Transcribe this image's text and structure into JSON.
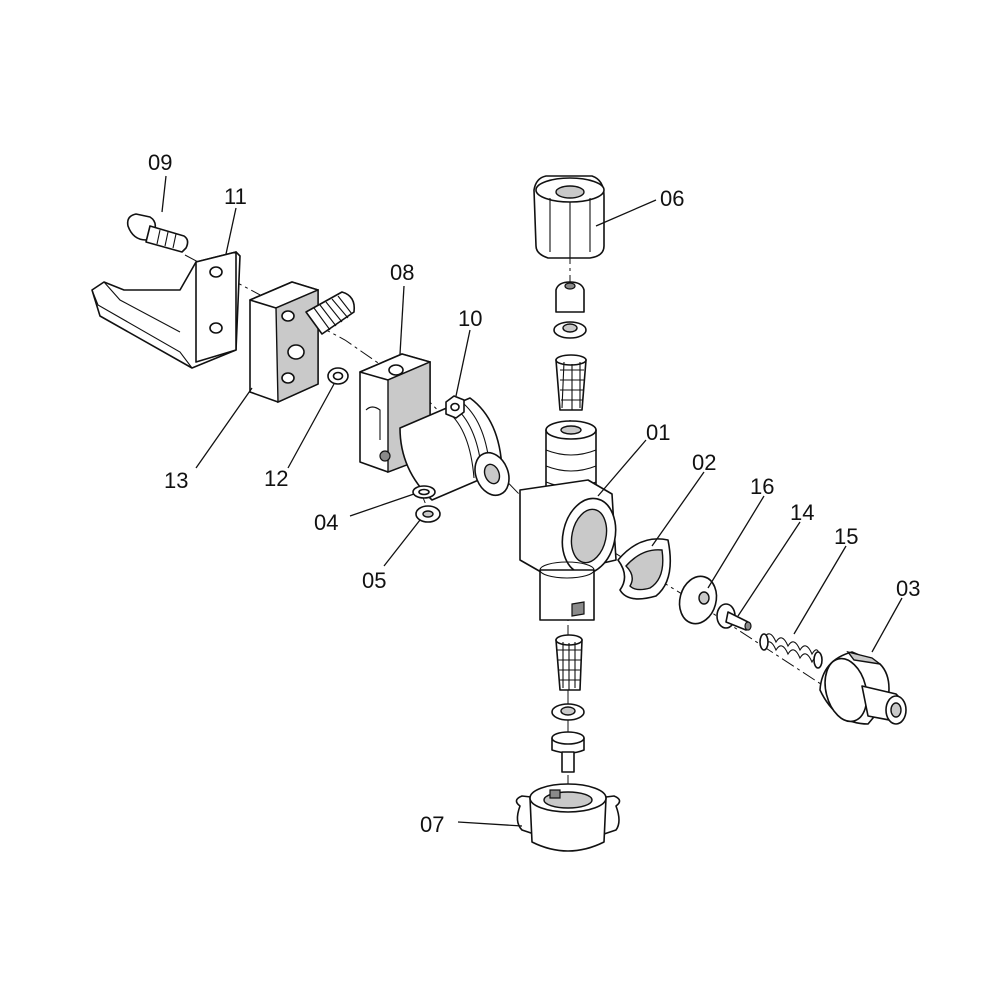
{
  "diagram": {
    "callouts": {
      "p01": "01",
      "p02": "02",
      "p03": "03",
      "p04": "04",
      "p05": "05",
      "p06": "06",
      "p07": "07",
      "p08": "08",
      "p09": "09",
      "p10": "10",
      "p11": "11",
      "p12": "12",
      "p13": "13",
      "p14": "14",
      "p15": "15",
      "p16": "16"
    },
    "line_color": "#111111",
    "shade_color": "#c9c9c9",
    "background": "#ffffff"
  }
}
